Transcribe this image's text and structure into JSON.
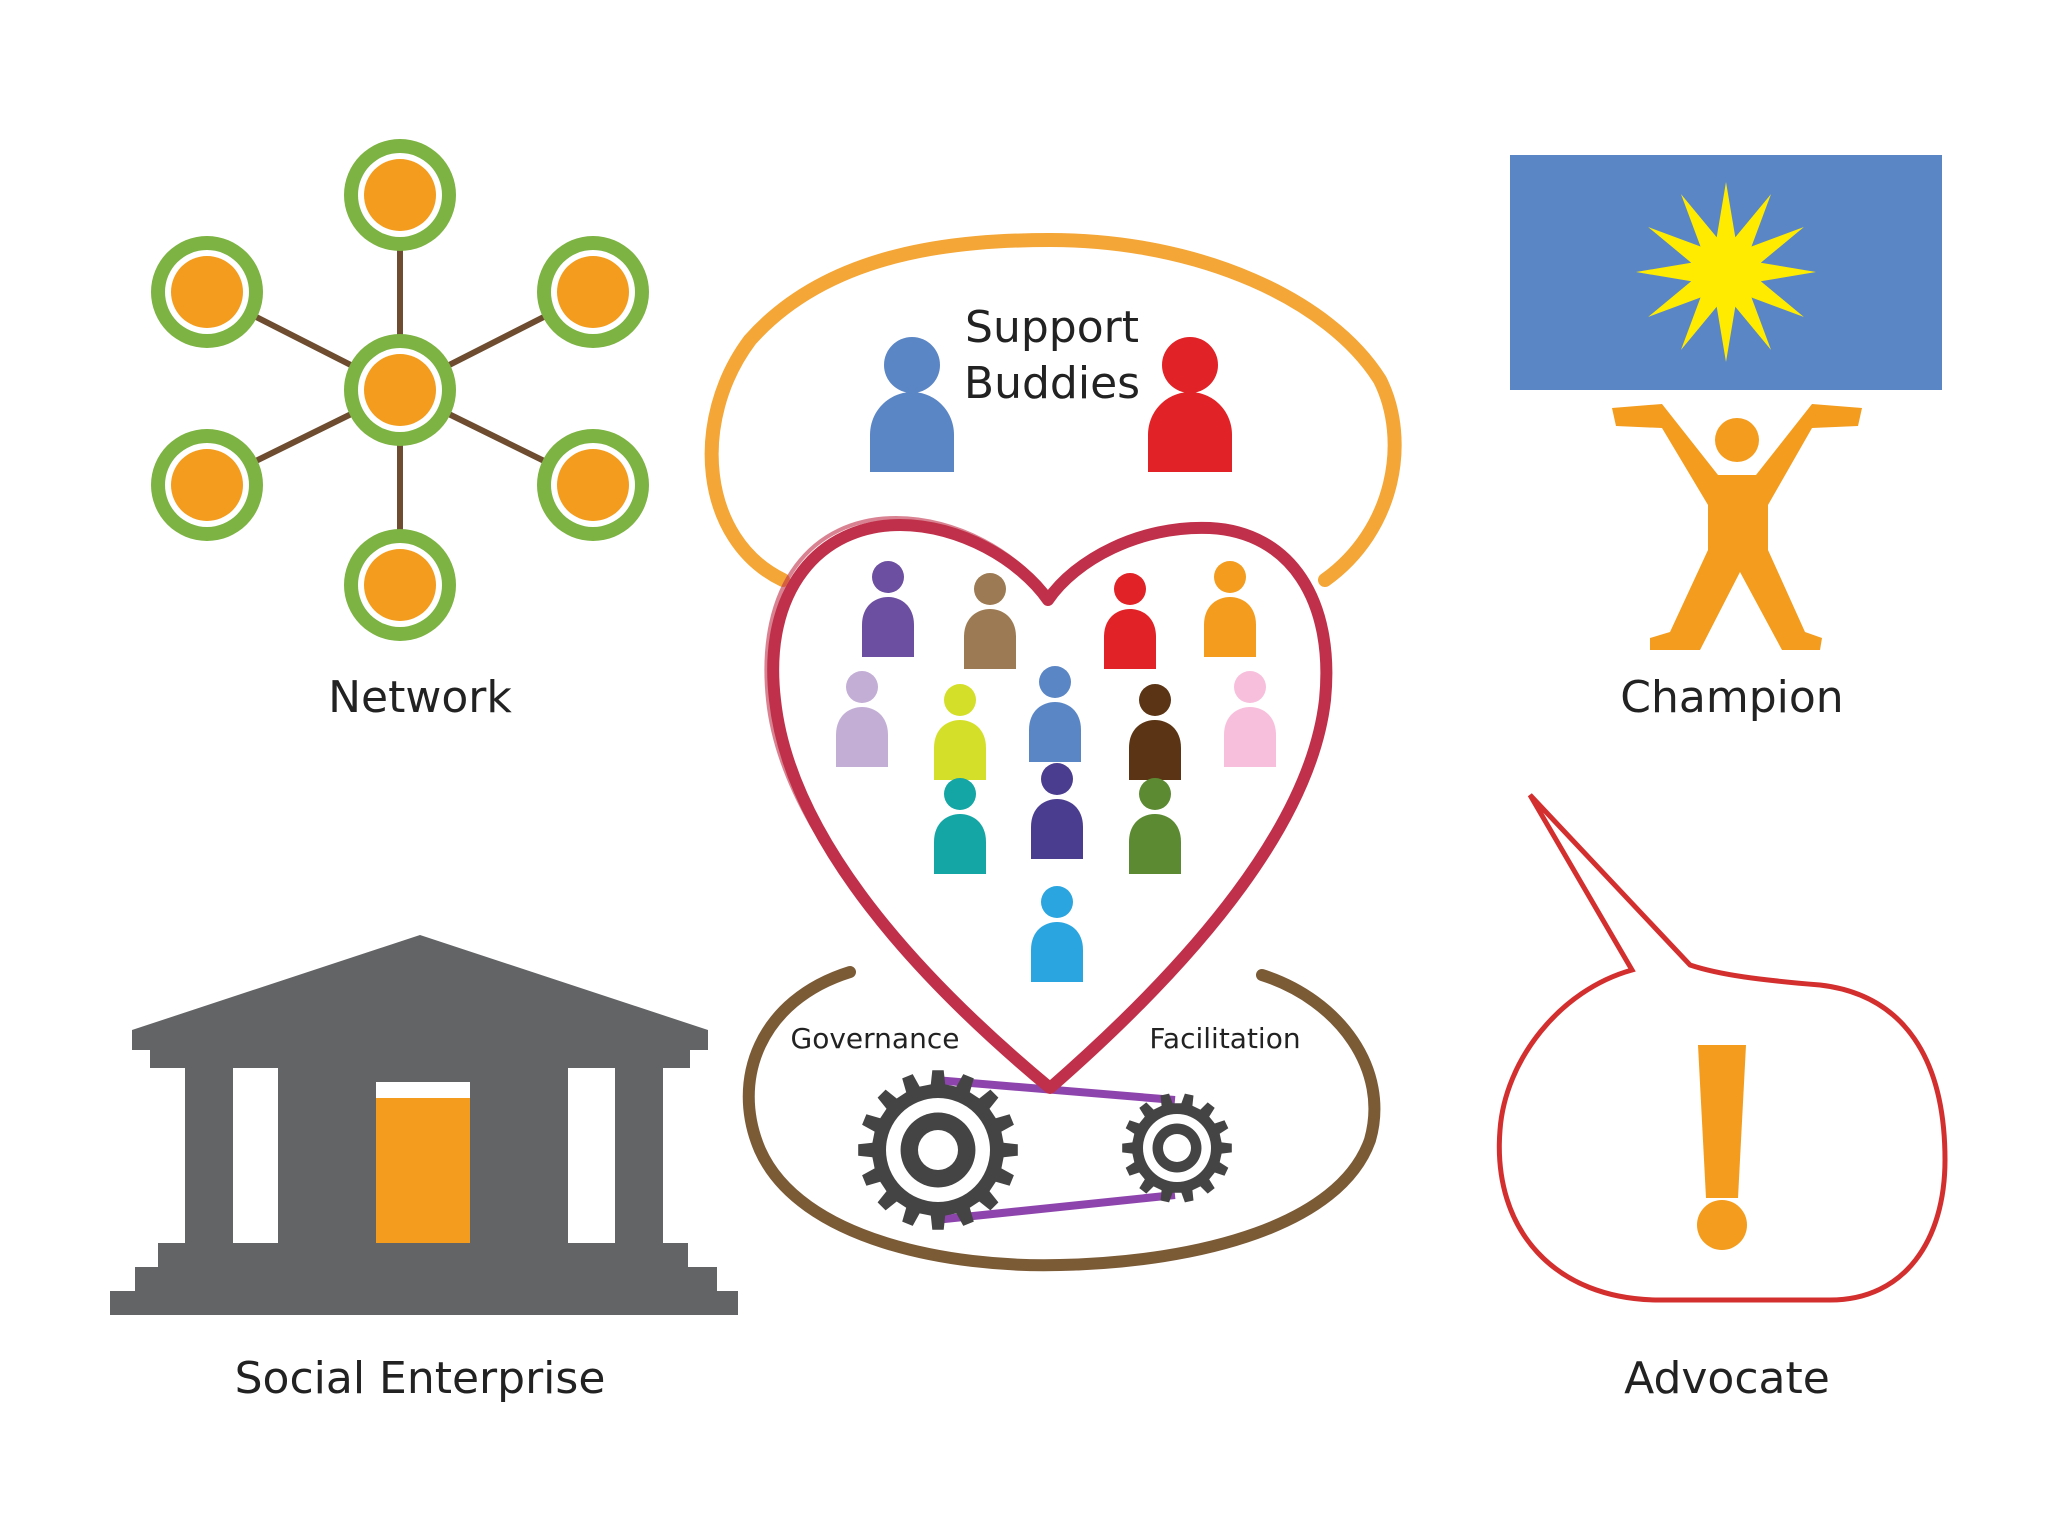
{
  "labels": {
    "network": "Network",
    "champion": "Champion",
    "social_enterprise": "Social Enterprise",
    "advocate": "Advocate",
    "support_line1": "Support",
    "support_line2": "Buddies",
    "governance": "Governance",
    "facilitation": "Facilitation"
  },
  "colors": {
    "network_ring": "#7cb342",
    "network_core": "#f39c1e",
    "network_line": "#6d4c2f",
    "flag_blue": "#5b86c5",
    "sun_yellow": "#ffeb00",
    "champion_figure": "#f39c1e",
    "building_gray": "#636466",
    "building_door": "#f39c1e",
    "support_ring": "#f4a636",
    "buddy_blue": "#5b86c5",
    "buddy_red": "#e12226",
    "heart": "#c0304a",
    "base_ring": "#7b5a36",
    "gear": "#444444",
    "belt": "#8e44ad",
    "speech_bubble": "#d32f2f",
    "exclamation": "#f39c1e"
  },
  "heart_people": [
    "#6c4fa0",
    "#9c7a53",
    "#e12226",
    "#f39c1e",
    "#c3aed6",
    "#d4df2a",
    "#5b86c5",
    "#5a3414",
    "#f8bfdc",
    "#14a5a5",
    "#4a3d8f",
    "#5c8a32",
    "#2aa5e0"
  ]
}
